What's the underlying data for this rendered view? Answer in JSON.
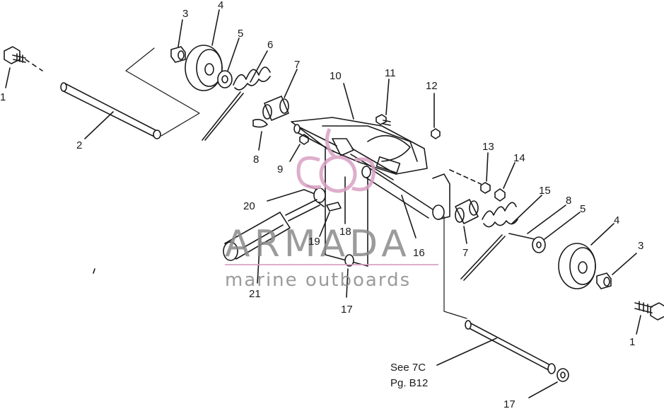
{
  "diagram": {
    "callouts": {
      "c1a": "1",
      "c1b": "1",
      "c2": "2",
      "c3a": "3",
      "c3b": "3",
      "c4a": "4",
      "c4b": "4",
      "c5a": "5",
      "c5b": "5",
      "c6": "6",
      "c7a": "7",
      "c7b": "7",
      "c8a": "8",
      "c8b": "8",
      "c9": "9",
      "c10": "10",
      "c11": "11",
      "c12": "12",
      "c13": "13",
      "c14": "14",
      "c15": "15",
      "c16": "16",
      "c17a": "17",
      "c17b": "17",
      "c18": "18",
      "c19": "19",
      "c20": "20",
      "c21": "21"
    },
    "reference": {
      "line1": "See 7C",
      "line2": "Pg. B12"
    }
  },
  "watermark": {
    "title": "ARMADA",
    "subtitle": "marine outboards",
    "color": "#d9a0c4",
    "text_color": "#8a8a8a"
  }
}
